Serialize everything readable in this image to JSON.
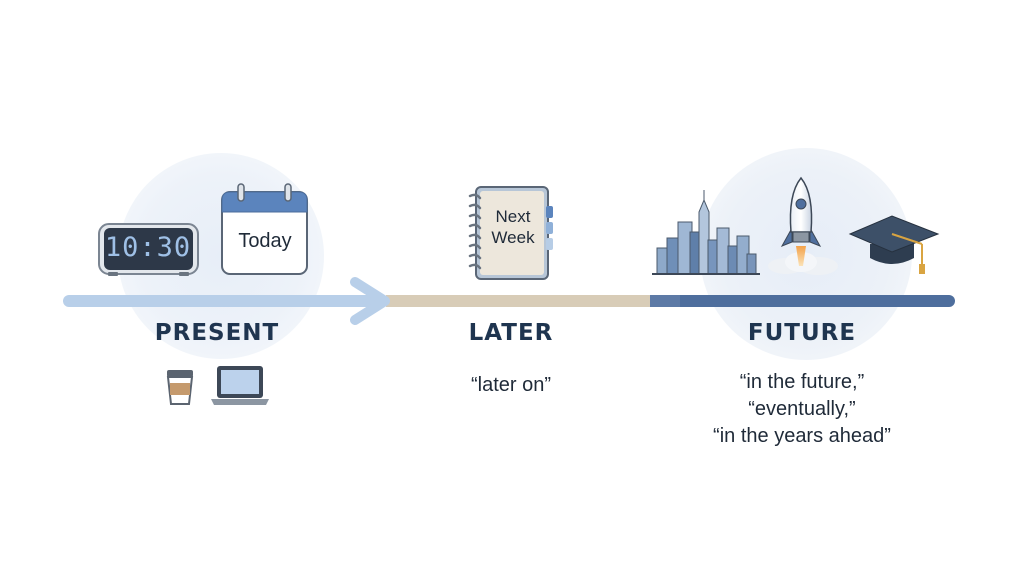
{
  "timeline": {
    "stages": [
      {
        "heading": "PRESENT",
        "icons": [
          "digital-clock-icon",
          "calendar-icon",
          "coffee-cup-icon",
          "laptop-icon"
        ],
        "clock_display": "10:30",
        "calendar_label": "Today"
      },
      {
        "heading": "LATER",
        "icons": [
          "notebook-icon"
        ],
        "notebook_label": [
          "Next",
          "Week"
        ],
        "phrases": [
          "“later on”"
        ]
      },
      {
        "heading": "FUTURE",
        "icons": [
          "city-skyline-icon",
          "rocket-icon",
          "graduation-cap-icon"
        ],
        "phrases": [
          "“in the future,”",
          "“eventually,”",
          "“in the years ahead”"
        ]
      }
    ],
    "colors": {
      "present_segment": "#b9d0ea",
      "later_segment": "#d9cdb8",
      "future_segment": "#4f6f9e",
      "heading_text": "#1f3550"
    }
  }
}
